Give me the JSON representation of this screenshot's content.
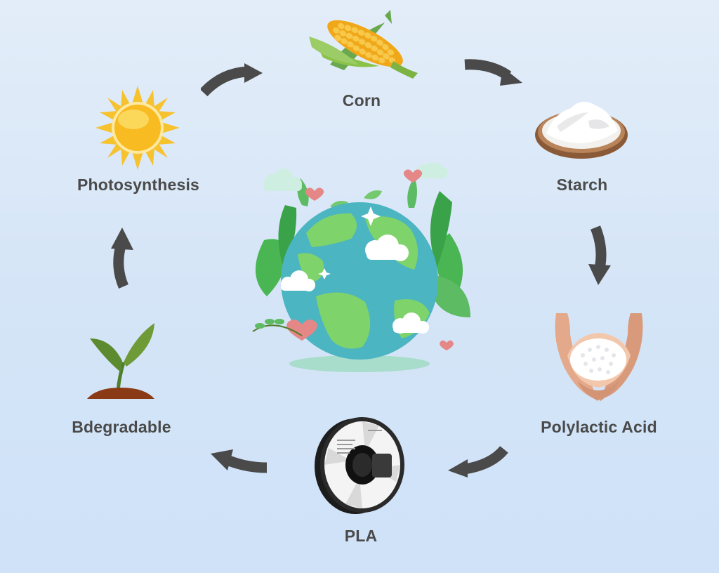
{
  "cycle": {
    "steps": [
      {
        "label": "Corn"
      },
      {
        "label": "Starch"
      },
      {
        "label": "Polylactic Acid"
      },
      {
        "label": "PLA"
      },
      {
        "label": "Bdegradable"
      },
      {
        "label": "Photosynthesis"
      }
    ]
  },
  "icons": {
    "corn": "corn-icon",
    "starch": "starch-bowl-icon",
    "polylactic_acid": "pellets-in-hands-icon",
    "pla": "filament-spool-icon",
    "biodegradable": "sprout-icon",
    "photosynthesis": "sun-icon",
    "center": "earth-globe-icon"
  },
  "colors": {
    "arrow": "#4a4a4a",
    "label": "#4a4a4a",
    "background": "#dbe8f8",
    "earth_ocean": "#4bb5c1",
    "earth_land": "#7fd36b",
    "leaf": "#5dbb63",
    "sun": "#f6b824"
  }
}
